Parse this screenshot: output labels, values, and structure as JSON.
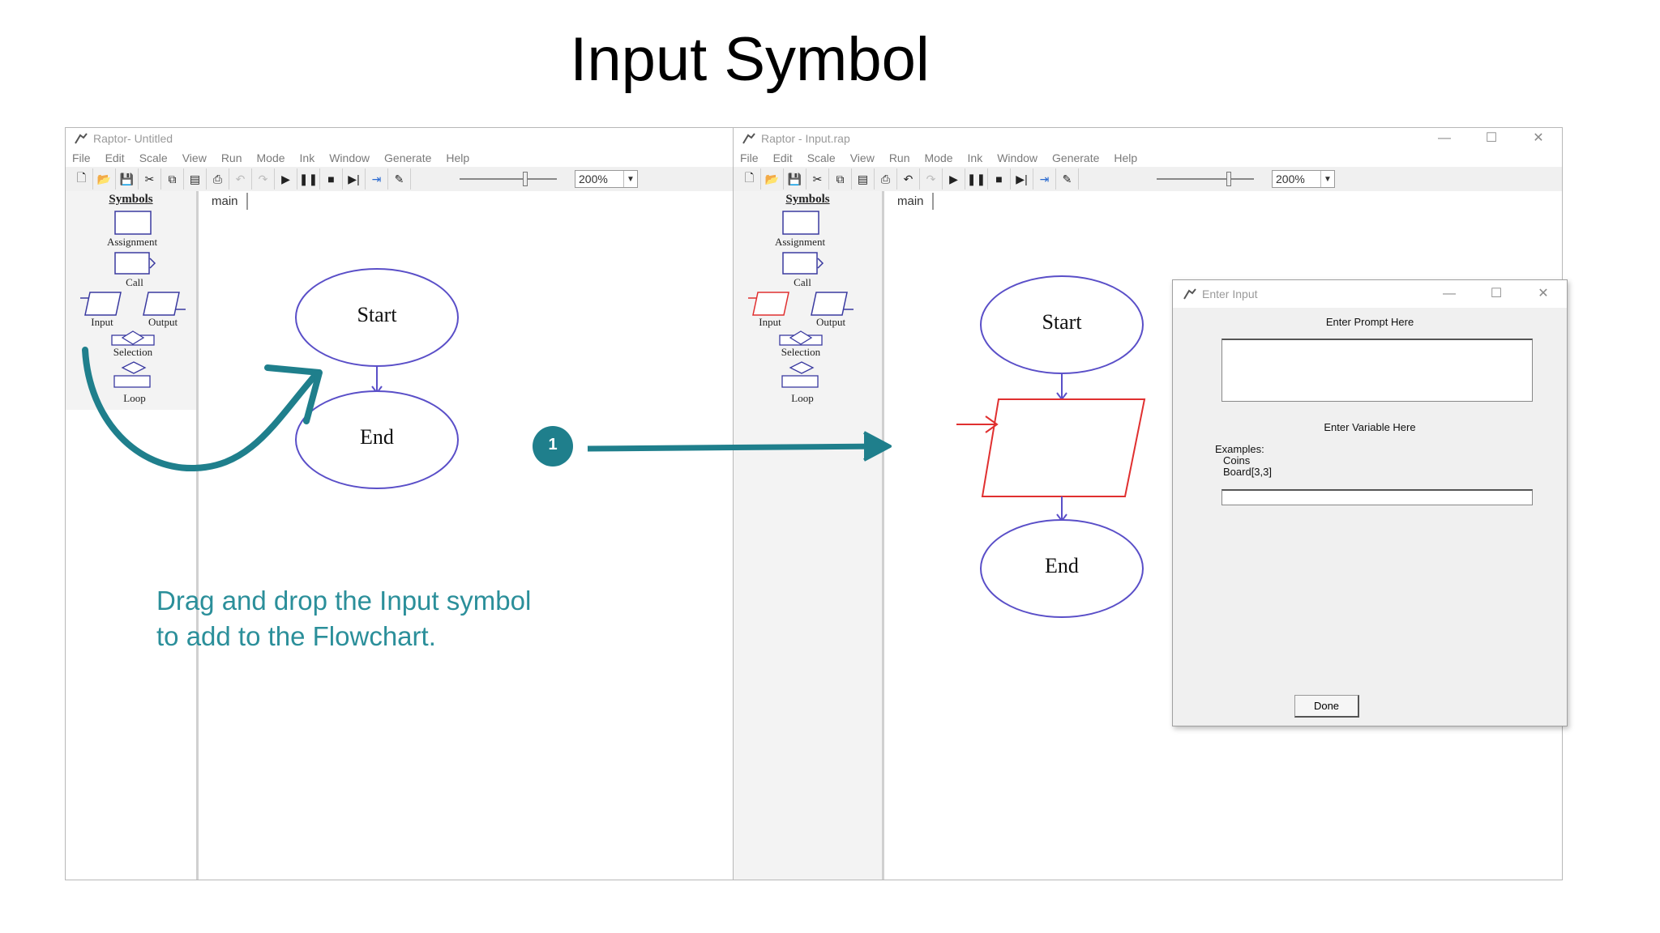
{
  "slide": {
    "title": "Input Symbol",
    "instruction_line1": "Drag and drop the Input symbol",
    "instruction_line2": "to add to the Flowchart.",
    "step_number": "1",
    "accent_color": "#1f7f8c",
    "input_highlight_color": "#e03030"
  },
  "left_window": {
    "title": "Raptor- Untitled",
    "menu": [
      "File",
      "Edit",
      "Scale",
      "View",
      "Run",
      "Mode",
      "Ink",
      "Window",
      "Generate",
      "Help"
    ],
    "zoom": "200%",
    "tab": "main",
    "palette": {
      "title": "Symbols",
      "items": [
        "Assignment",
        "Call",
        "Input",
        "Output",
        "Selection",
        "Loop"
      ]
    },
    "flowchart": {
      "start": "Start",
      "end": "End"
    }
  },
  "right_window": {
    "title": "Raptor - Input.rap",
    "menu": [
      "File",
      "Edit",
      "Scale",
      "View",
      "Run",
      "Mode",
      "Ink",
      "Window",
      "Generate",
      "Help"
    ],
    "zoom": "200%",
    "tab": "main",
    "palette": {
      "title": "Symbols",
      "items": [
        "Assignment",
        "Call",
        "Input",
        "Output",
        "Selection",
        "Loop"
      ]
    },
    "flowchart": {
      "start": "Start",
      "end": "End"
    }
  },
  "dialog": {
    "title": "Enter Input",
    "prompt_label": "Enter Prompt Here",
    "prompt_value": "",
    "variable_label": "Enter Variable Here",
    "examples_label": "Examples:",
    "example_1": "Coins",
    "example_2": "Board[3,3]",
    "variable_value": "",
    "done_label": "Done"
  },
  "window_controls": {
    "minimize": "—",
    "maximize": "☐",
    "close": "✕"
  },
  "icons": {
    "toolbar": [
      "new-icon",
      "open-icon",
      "save-icon",
      "cut-icon",
      "copy-icon",
      "print-preview-icon",
      "print-icon",
      "undo-icon",
      "redo-icon",
      "play-icon",
      "pause-icon",
      "stop-icon",
      "step-icon",
      "step-into-icon",
      "pen-icon"
    ]
  }
}
